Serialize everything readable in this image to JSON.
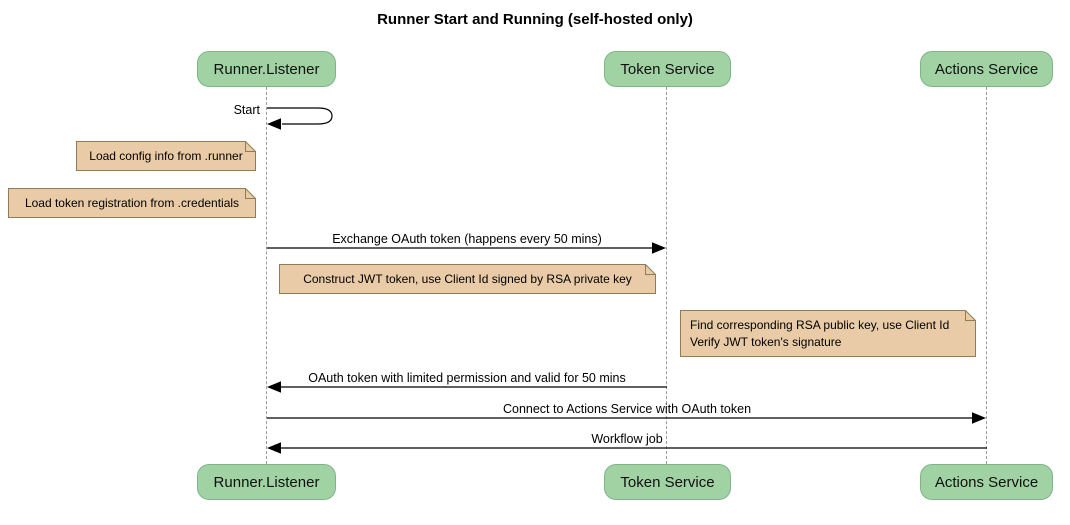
{
  "title": "Runner Start and Running (self-hosted only)",
  "participants": [
    {
      "name": "Runner.Listener"
    },
    {
      "name": "Token Service"
    },
    {
      "name": "Actions Service"
    }
  ],
  "messages": {
    "start": "Start",
    "exchange": "Exchange OAuth token (happens every 50 mins)",
    "oauth_return": "OAuth token with limited permission and valid for 50 mins",
    "connect": "Connect to Actions Service with OAuth token",
    "workflow": "Workflow job"
  },
  "notes": {
    "load_config": "Load config info from .runner",
    "load_token": "Load token registration from .credentials",
    "construct_jwt": "Construct JWT token, use Client Id signed by RSA private key",
    "find_rsa_line1": "Find corresponding RSA public key, use Client Id",
    "find_rsa_line2": "Verify JWT token's signature"
  },
  "colors": {
    "participant_fill": "#A0D2A4",
    "participant_border": "#7FB487",
    "note_fill": "#E9CBA7",
    "note_border": "#8F7E55",
    "lifeline": "#9B9B9B",
    "arrow": "#000000",
    "background": "#FFFFFF"
  }
}
